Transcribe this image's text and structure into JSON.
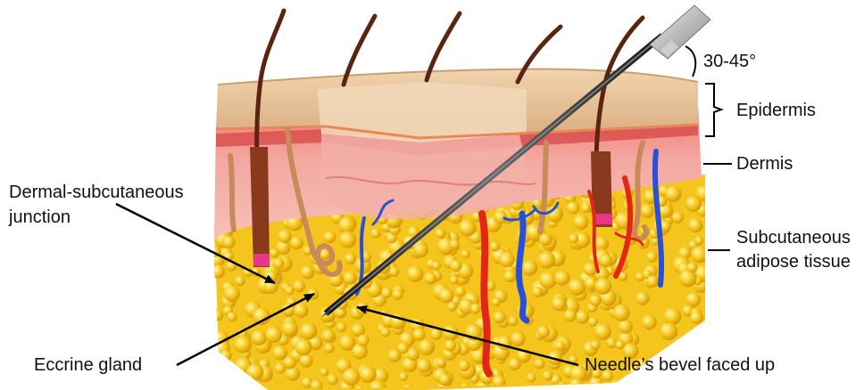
{
  "labels": {
    "angle": "30-45°",
    "epidermis": "Epidermis",
    "dermis": "Dermis",
    "subcutaneous_line1": "Subcutaneous",
    "subcutaneous_line2": "adipose tissue",
    "junction_line1": "Dermal-subcutaneous",
    "junction_line2": "junction",
    "eccrine": "Eccrine gland",
    "needle_bevel": "Needle’s bevel faced up"
  },
  "colors": {
    "fat": "#f4c51c",
    "fat_dark": "#e8a70c",
    "dermis": "#ef8f8f",
    "dermis_dark": "#d9504f",
    "epidermis": "#e7c29b",
    "hair": "#5a2410",
    "artery": "#e32619",
    "vein": "#2a4fd8",
    "needle": "#2e2e2e"
  }
}
